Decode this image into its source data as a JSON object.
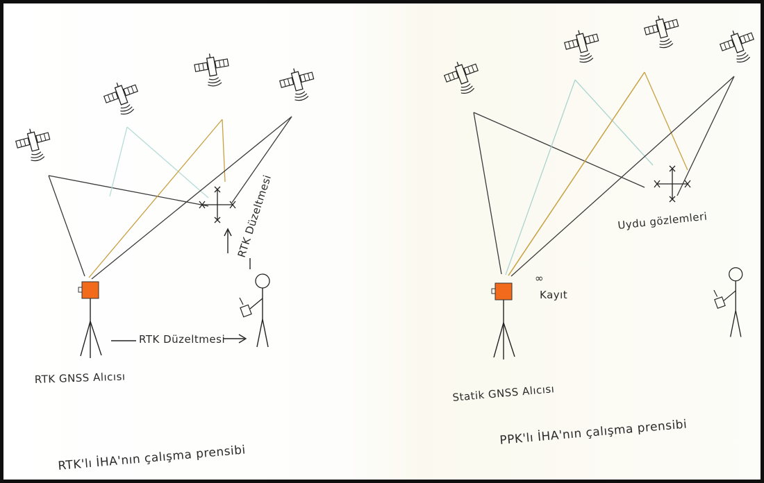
{
  "left_panel": {
    "caption": "RTK'lı İHA'nın çalışma prensibi",
    "receiver_label": "RTK GNSS Alıcısı",
    "horizontal_arrow_label": "RTK Düzeltmesi",
    "vertical_arrow_label": "RTK Düzeltmesi"
  },
  "right_panel": {
    "caption": "PPK'lı İHA'nın çalışma prensibi",
    "receiver_label": "Statik GNSS Alıcısı",
    "record_label": "Kayıt",
    "observations_label": "Uydu gözlemleri"
  },
  "colors": {
    "receiver_box": "#f26a1b",
    "line_dark": "#3a3a3a",
    "line_blue": "#a9d4d0",
    "line_gold": "#c9a041",
    "ink": "#222222"
  },
  "icons": [
    "satellite-icon",
    "antenna-receiver-icon",
    "stick-figure-operator-icon",
    "drone-cross-icon"
  ]
}
